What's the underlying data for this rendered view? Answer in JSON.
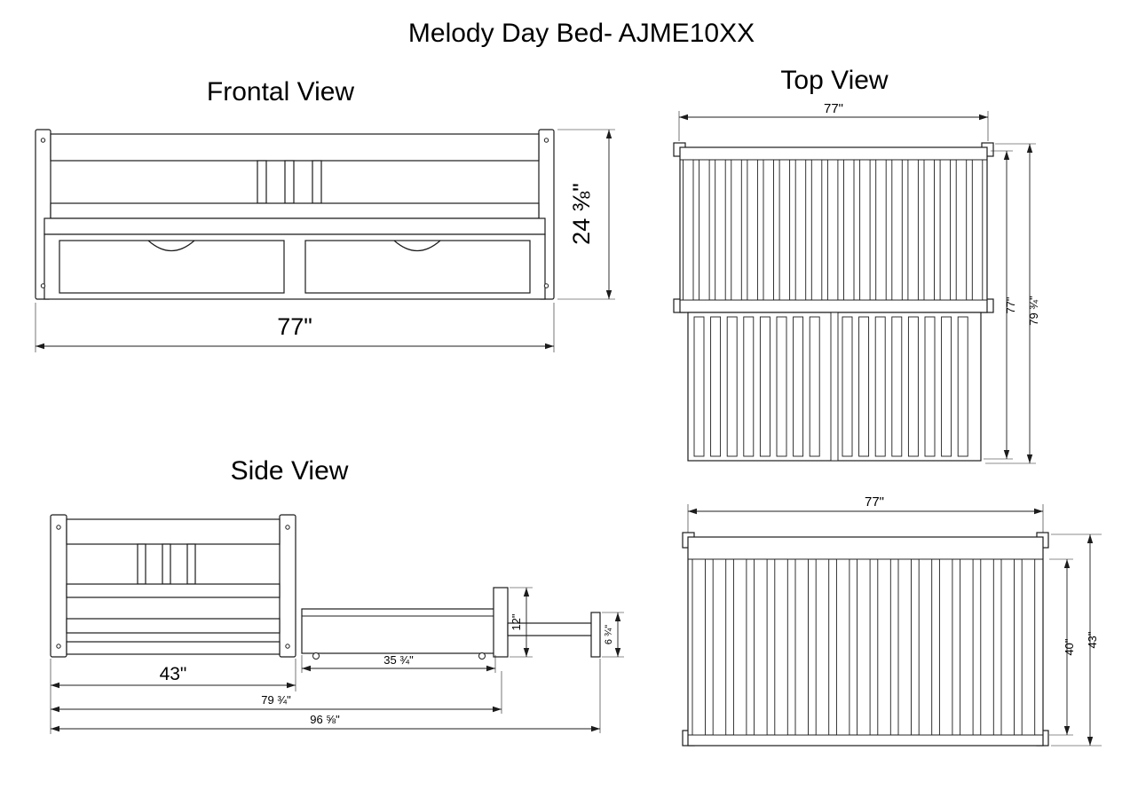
{
  "title": "Melody Day Bed- AJME10XX",
  "frontal_view": {
    "label": "Frontal View",
    "width_dim": "77\"",
    "height_dim": "24 ⅜\""
  },
  "top_view": {
    "label": "Top View",
    "width_dim": "77\"",
    "inner_length_dim": "77\"",
    "outer_length_dim": "79 ¾\""
  },
  "side_view": {
    "label": "Side View",
    "headboard_width_dim": "43\"",
    "bed_length_dim": "79 ¾\"",
    "extended_length_dim": "96 ⅝\"",
    "drawer_front_height_dim": "12\"",
    "drawer_side_height_dim": "6 ¾\"",
    "drawer_length_dim": "35 ¾\""
  },
  "slat_top_view": {
    "width_dim": "77\"",
    "slat_length_dim": "40\"",
    "frame_depth_dim": "43\""
  }
}
